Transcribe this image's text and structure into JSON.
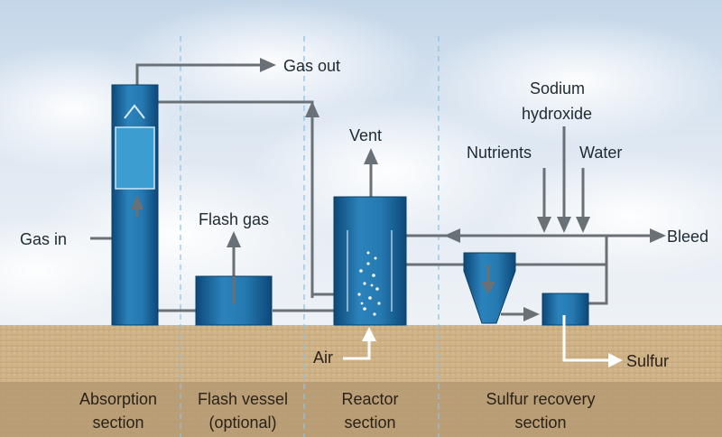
{
  "labels": {
    "gas_out": "Gas out",
    "gas_in": "Gas in",
    "flash_gas": "Flash gas",
    "vent": "Vent",
    "sodium": "Sodium",
    "hydroxide": "hydroxide",
    "nutrients": "Nutrients",
    "water": "Water",
    "bleed": "Bleed",
    "air": "Air",
    "sulfur": "Sulfur"
  },
  "sections": [
    {
      "line1": "Absorption",
      "line2": "section"
    },
    {
      "line1": "Flash vessel",
      "line2": "(optional)"
    },
    {
      "line1": "Reactor",
      "line2": "section"
    },
    {
      "line1": "Sulfur recovery",
      "line2": "section"
    }
  ],
  "colors": {
    "sky_top": "#c9d9ea",
    "sky_mid": "#e6eef6",
    "ground": "#cdb085",
    "ground_band": "#bca27c",
    "vessel_dark": "#0f5383",
    "vessel_light": "#2d86bd",
    "pipe": "#6c7378",
    "arrow_white": "#ffffff"
  }
}
